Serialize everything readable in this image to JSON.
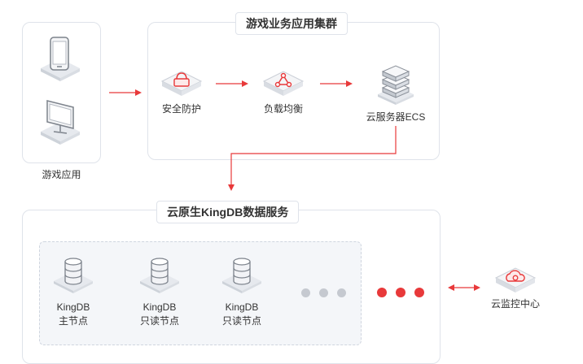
{
  "game_app": {
    "label": "游戏应用"
  },
  "game_cluster": {
    "title": "游戏业务应用集群",
    "security_label": "安全防护",
    "lb_label": "负载均衡",
    "ecs_label": "云服务器ECS"
  },
  "kingdb": {
    "title": "云原生KingDB数据服务",
    "nodes": [
      {
        "line1": "KingDB",
        "line2": "主节点"
      },
      {
        "line1": "KingDB",
        "line2": "只读节点"
      },
      {
        "line1": "KingDB",
        "line2": "只读节点"
      }
    ]
  },
  "monitor": {
    "label": "云监控中心"
  },
  "colors": {
    "accent": "#e8393a",
    "border": "#dfe3ea",
    "gray_dot": "#c5c9d0"
  }
}
